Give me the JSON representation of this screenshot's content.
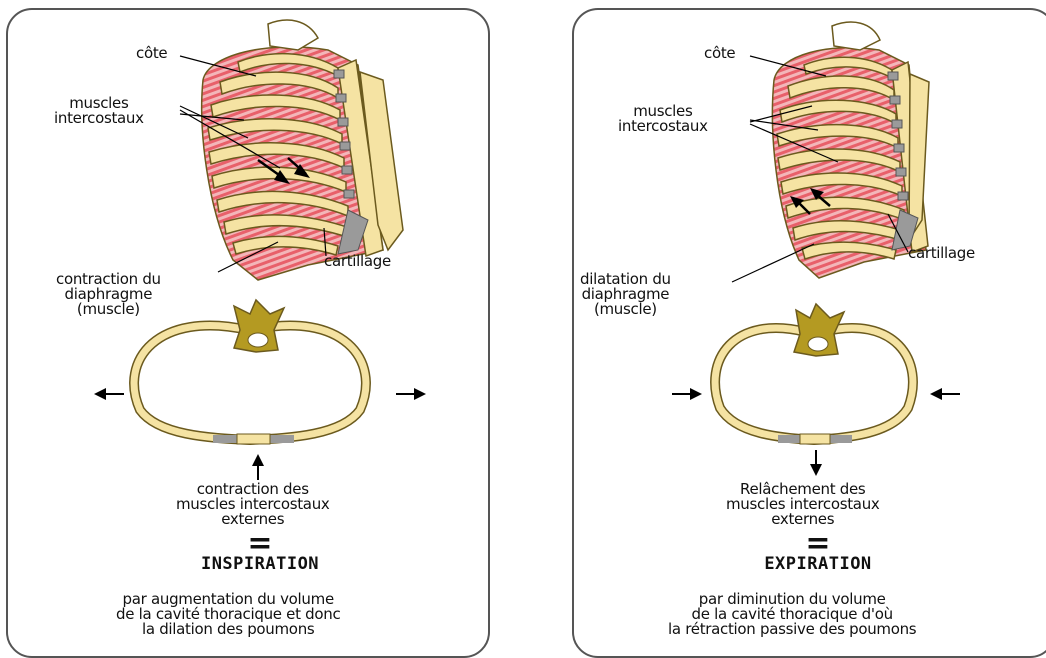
{
  "panels": [
    {
      "side": "left",
      "labels": {
        "cote": "côte",
        "muscles": "muscles\nintercostaux",
        "cartilage": "cartillage",
        "diaphragm": "contraction du\ndiaphragme\n(muscle)",
        "action": "contraction des\nmuscles intercostaux\nexternes",
        "equals": "=",
        "title": "INSPIRATION",
        "result": "par augmentation du volume\nde la cavité thoracique et donc\nla dilation des poumons"
      }
    },
    {
      "side": "right",
      "labels": {
        "cote": "côte",
        "muscles": "muscles\nintercostaux",
        "cartilage": "cartillage",
        "diaphragm": "dilatation du\ndiaphragme\n(muscle)",
        "action": "Relâchement des\nmuscles intercostaux\nexternes",
        "equals": "=",
        "title": "EXPIRATION",
        "result": "par diminution du volume\nde la cavité thoracique d'où\nla rétraction passive des poumons"
      }
    }
  ],
  "colors": {
    "bone": "#f5e3a3",
    "bone_outline": "#6b5a1e",
    "muscle": "#e8606a",
    "muscle_light": "#f3b6b9",
    "cartilage": "#9a9a9a",
    "vertebra": "#b49a22"
  }
}
